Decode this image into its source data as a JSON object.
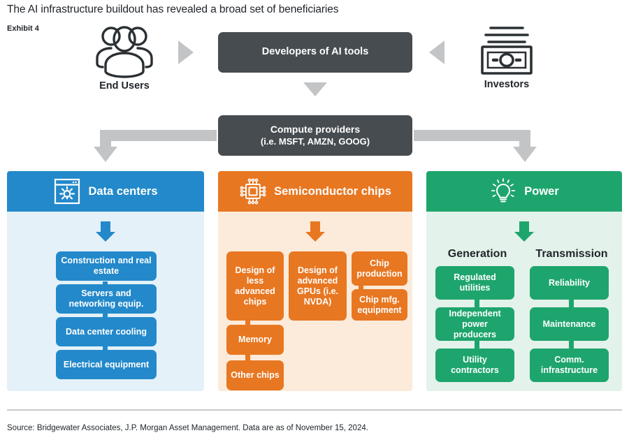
{
  "header": {
    "title": "The AI infrastructure buildout has revealed a broad set of beneficiaries",
    "exhibit": "Exhibit 4"
  },
  "flow": {
    "end_users": {
      "label": "End Users",
      "icon": "people-group-icon"
    },
    "investors": {
      "label": "Investors",
      "icon": "banknote-icon"
    },
    "developers": {
      "label": "Developers of AI tools"
    },
    "compute": {
      "label": "Compute providers",
      "sublabel": "(i.e. MSFT, AMZN, GOOG)"
    }
  },
  "columns": [
    {
      "key": "data-centers",
      "title": "Data centers",
      "icon": "browser-gear-icon",
      "accent": "#2389ca",
      "background": "#e4f1f9",
      "items": [
        "Construction and real estate",
        "Servers and networking equip.",
        "Data center cooling",
        "Electrical equipment"
      ]
    },
    {
      "key": "semiconductor-chips",
      "title": "Semiconductor chips",
      "icon": "microchip-icon",
      "accent": "#e87722",
      "background": "#fcebda",
      "groups": [
        {
          "items": [
            "Design of less advanced chips",
            "Memory",
            "Other chips"
          ]
        },
        {
          "items": [
            "Design of advanced GPUs (i.e. NVDA)"
          ]
        },
        {
          "items": [
            "Chip production",
            "Chip mfg. equipment"
          ]
        }
      ]
    },
    {
      "key": "power",
      "title": "Power",
      "icon": "lightbulb-icon",
      "accent": "#1ea56d",
      "background": "#e3f2ea",
      "groups": [
        {
          "heading": "Generation",
          "items": [
            "Regulated utilities",
            "Independent power producers",
            "Utility contractors"
          ]
        },
        {
          "heading": "Transmission",
          "items": [
            "Reliability",
            "Maintenance",
            "Comm. infrastructure"
          ]
        }
      ]
    }
  ],
  "footer": {
    "source": "Source: Bridgewater Associates, J.P. Morgan Asset Management. Data are as of November 15, 2024."
  },
  "colors": {
    "dark": "#474c50",
    "gray_arrow": "#c2c4c6",
    "blue": "#2389ca",
    "orange": "#e87722",
    "green": "#1ea56d"
  }
}
